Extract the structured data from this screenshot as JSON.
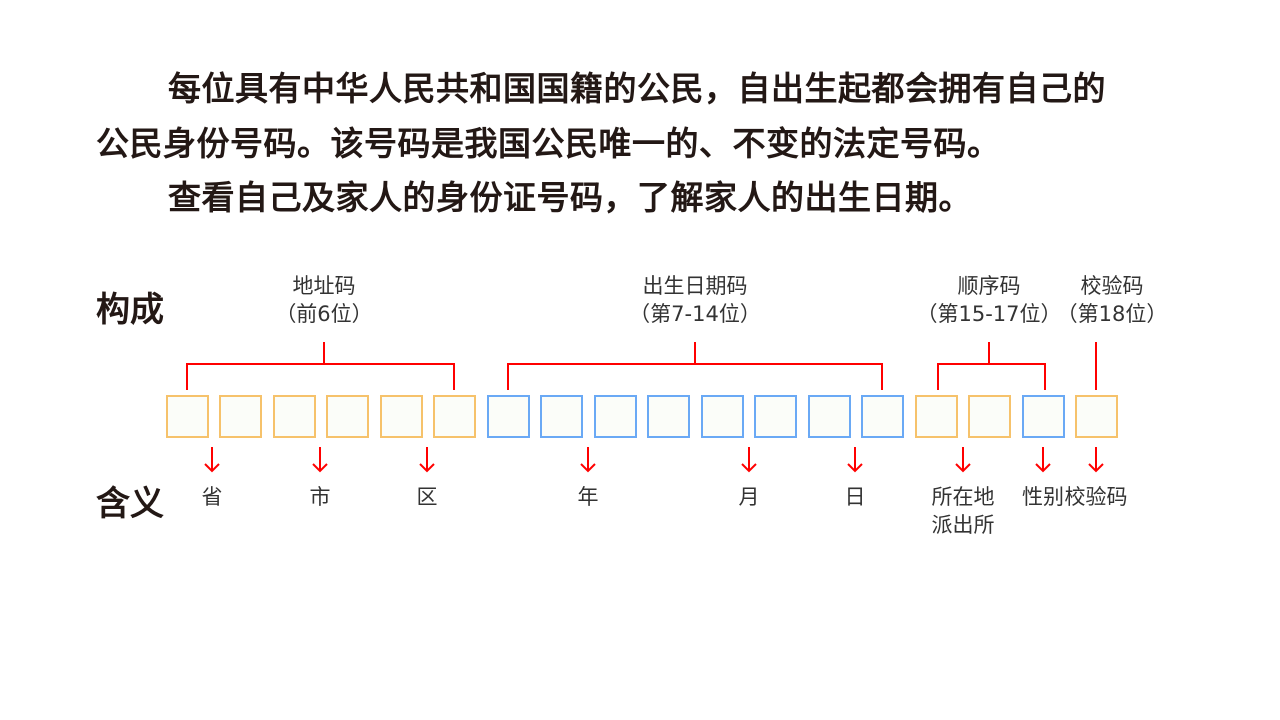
{
  "paragraph": [
    "每位具有中华人民共和国国籍的公民，自出生起都会拥有自己的",
    "公民身份号码。该号码是我国公民唯一的、不变的法定号码。",
    "查看自己及家人的身份证号码，了解家人的出生日期。"
  ],
  "row_labels": {
    "composition": "构成",
    "meaning": "含义"
  },
  "groups": [
    {
      "name": "地址码",
      "range": "（前6位）"
    },
    {
      "name": "出生日期码",
      "range": "（第7-14位）"
    },
    {
      "name": "顺序码",
      "range": "（第15-17位）"
    },
    {
      "name": "校验码",
      "range": "（第18位）"
    }
  ],
  "digit_colors": [
    "orange",
    "orange",
    "orange",
    "orange",
    "orange",
    "orange",
    "blue",
    "blue",
    "blue",
    "blue",
    "blue",
    "blue",
    "blue",
    "blue",
    "orange",
    "orange",
    "blue",
    "orange"
  ],
  "colors": {
    "orange": "#f6c26b",
    "blue": "#6aa9f5",
    "bracket": "#ff0000"
  },
  "meanings": [
    "省",
    "市",
    "区",
    "年",
    "月",
    "日",
    "所在地\n派出所",
    "性别",
    "校验码"
  ]
}
